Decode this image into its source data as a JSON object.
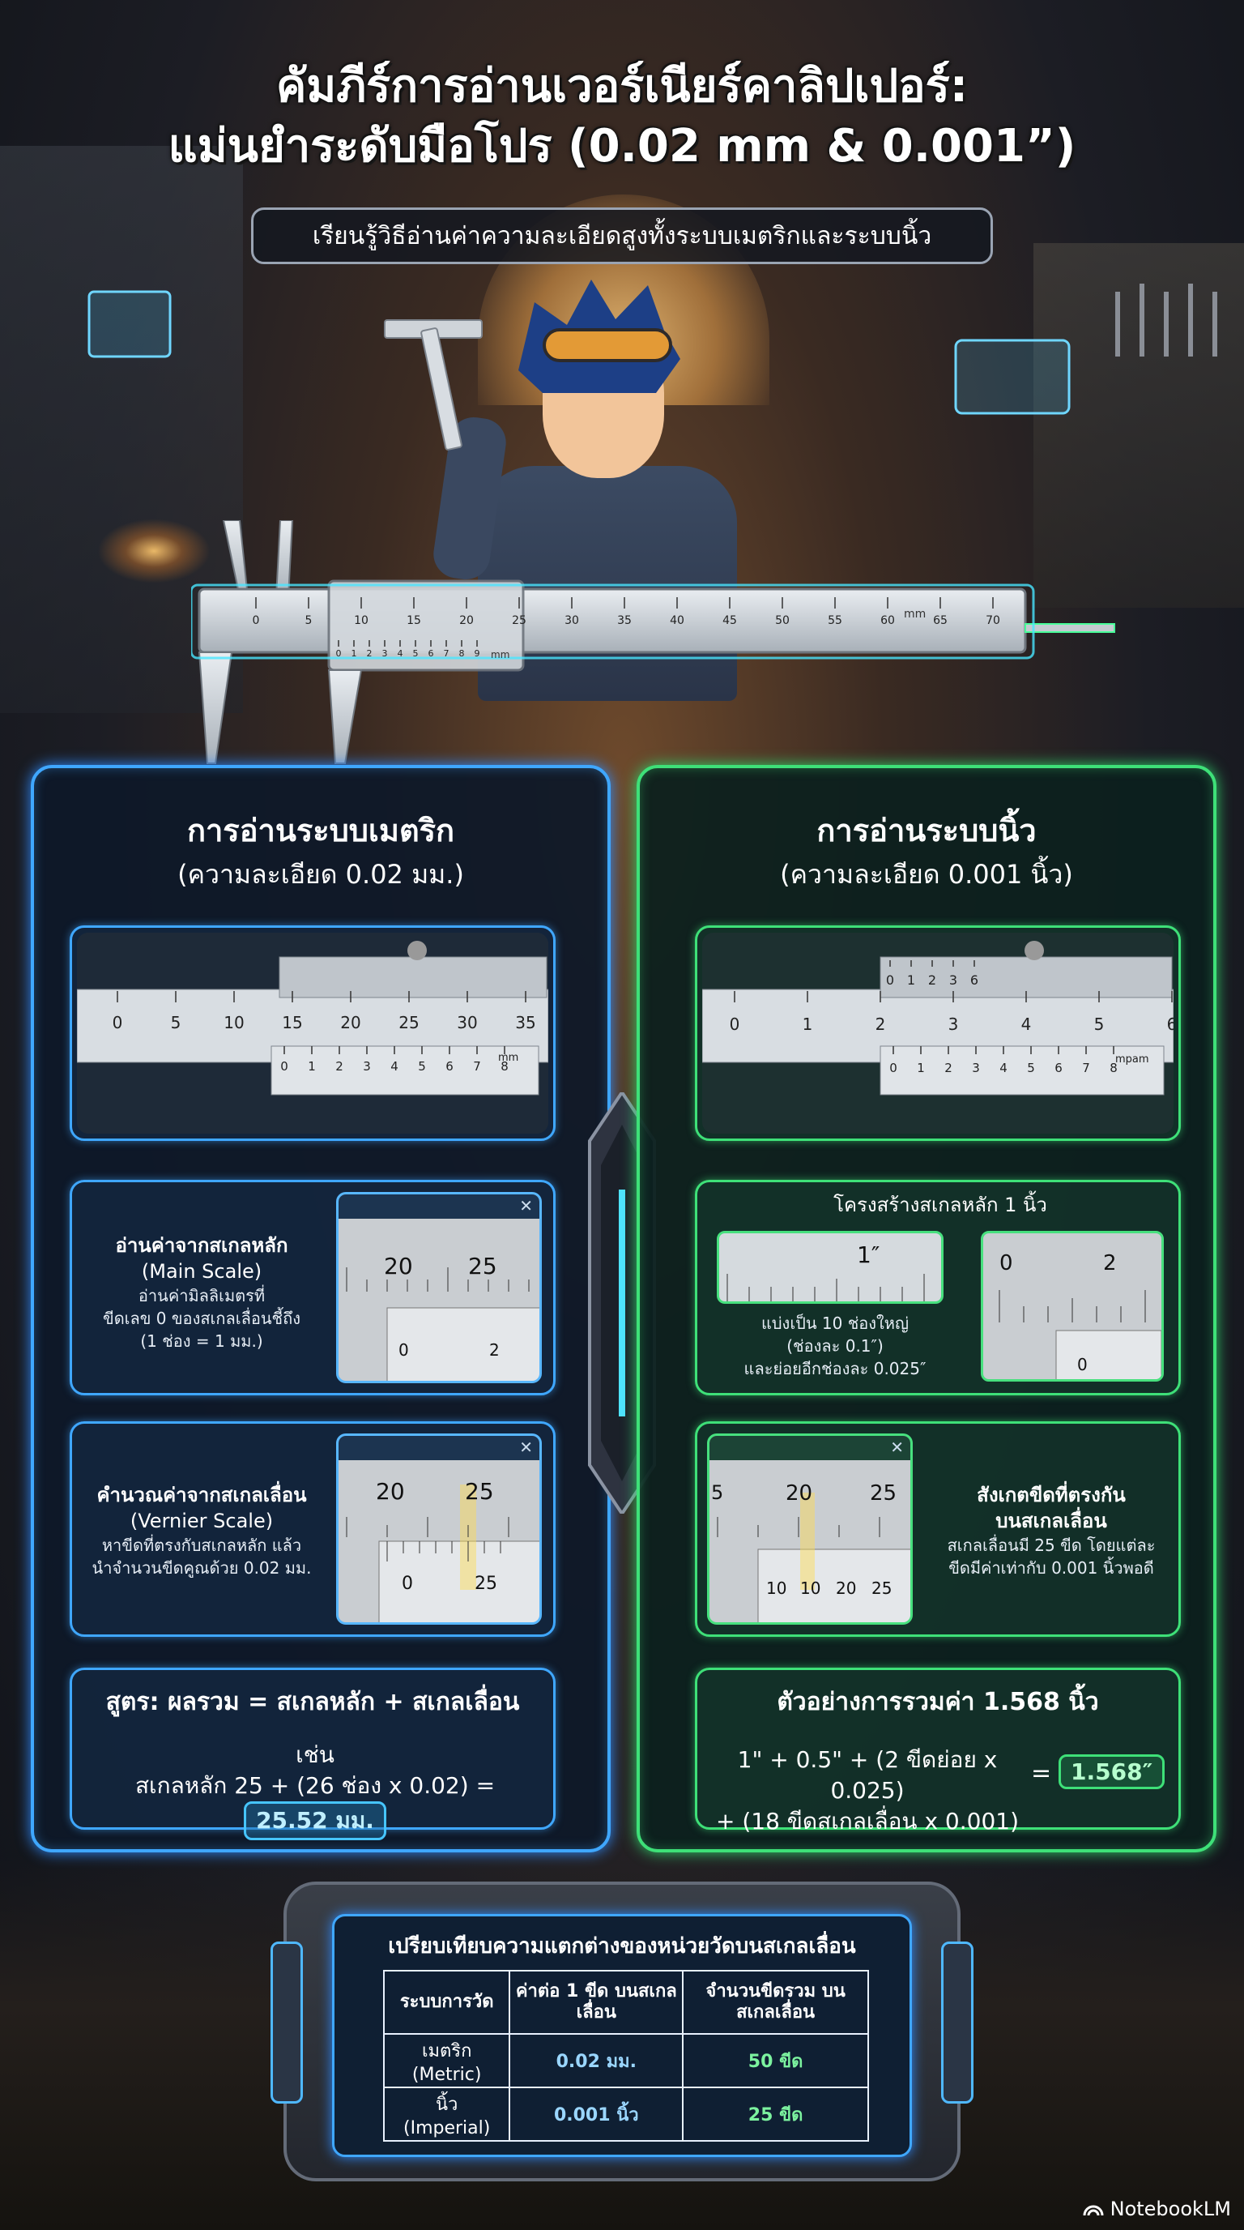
{
  "header": {
    "title_line1": "คัมภีร์การอ่านเวอร์เนียร์คาลิปเปอร์:",
    "title_line2": "แม่นยำระดับมือโปร (0.02 mm & 0.001”)",
    "subtitle": "เรียนรู้วิธีอ่านค่าความละเอียดสูงทั้งระบบเมตริกและระบบนิ้ว"
  },
  "big_caliper": {
    "main_ticks": [
      "0",
      "5",
      "10",
      "15",
      "20",
      "25",
      "30",
      "35",
      "40",
      "45",
      "50",
      "55",
      "60",
      "65",
      "70"
    ],
    "main_unit": "mm",
    "vernier_ticks": [
      "0",
      "1",
      "2",
      "3",
      "4",
      "5",
      "6",
      "7",
      "8",
      "9"
    ],
    "vernier_unit": "mm"
  },
  "metric": {
    "heading_line1": "การอ่านระบบเมตริก",
    "heading_line2": "(ความละเอียด 0.02 มม.)",
    "caliper_main_ticks": [
      "0",
      "5",
      "10",
      "15",
      "20",
      "25",
      "30",
      "35"
    ],
    "caliper_vernier_ticks": [
      "0",
      "1",
      "2",
      "3",
      "4",
      "5",
      "6",
      "7",
      "8"
    ],
    "caliper_vernier_unit": "mm",
    "step1": {
      "title_line1": "อ่านค่าจากสเกลหลัก",
      "title_line2": "(Main Scale)",
      "body_line1": "อ่านค่ามิลลิเมตรที่",
      "body_line2": "ขีดเลข 0 ของสเกลเลื่อนชี้ถึง",
      "body_line3": "(1 ช่อง = 1 มม.)",
      "zoom_main": [
        "20",
        "25"
      ],
      "zoom_vernier": [
        "0",
        "2"
      ]
    },
    "step2": {
      "title_line1": "คำนวณค่าจากสเกลเลื่อน",
      "title_line2": "(Vernier Scale)",
      "body_line1": "หาขีดที่ตรงกับสเกลหลัก แล้ว",
      "body_line2": "นำจำนวนขีดคูณด้วย 0.02 มม.",
      "zoom_main": [
        "20",
        "25"
      ],
      "zoom_vernier": [
        "0",
        "25"
      ]
    },
    "formula": {
      "heading": "สูตร: ผลรวม = สเกลหลัก + สเกลเลื่อน",
      "example_label": "เช่น",
      "example_expr": "สเกลหลัก 25 + (26 ช่อง x 0.02) =",
      "result": "25.52 มม."
    }
  },
  "imperial": {
    "heading_line1": "การอ่านระบบนิ้ว",
    "heading_line2": "(ความละเอียด 0.001 นิ้ว)",
    "caliper_top_ticks": [
      "0",
      "1",
      "2",
      "3",
      "6"
    ],
    "caliper_main_ticks": [
      "0",
      "1",
      "2",
      "3",
      "4",
      "5",
      "6"
    ],
    "caliper_vernier_ticks": [
      "0",
      "1",
      "2",
      "3",
      "4",
      "5",
      "6",
      "7",
      "8"
    ],
    "caliper_vernier_unit": "mpam",
    "step1": {
      "title": "โครงสร้างสเกลหลัก 1 นิ้ว",
      "inch_label": "1″",
      "body_line1": "แบ่งเป็น 10 ช่องใหญ่",
      "body_line2": "(ช่องละ 0.1″)",
      "body_line3": "และย่อยอีกช่องละ 0.025″",
      "zoom_main": [
        "0",
        "2"
      ],
      "zoom_vernier": [
        "0"
      ]
    },
    "step2": {
      "title_line1": "สังเกตขีดที่ตรงกัน",
      "title_line2": "บนสเกลเลื่อน",
      "body_line1": "สเกลเลื่อนมี 25 ขีด โดยแต่ละ",
      "body_line2": "ขีดมีค่าเท่ากับ 0.001 นิ้วพอดี",
      "zoom_main": [
        "5",
        "20",
        "25"
      ],
      "zoom_vernier": [
        "10",
        "10",
        "20",
        "25"
      ]
    },
    "formula": {
      "heading": "ตัวอย่างการรวมค่า 1.568 นิ้ว",
      "line1": "1\" + 0.5\" + (2 ขีดย่อย x 0.025)",
      "line2": "+ (18 ขีดสเกลเลื่อน x 0.001)",
      "equals": "=",
      "result": "1.568″"
    }
  },
  "comparison": {
    "title": "เปรียบเทียบความแตกต่างของหน่วยวัดบนสเกลเลื่อน",
    "headers": [
      "ระบบการวัด",
      "ค่าต่อ 1 ขีด บนสเกลเลื่อน",
      "จำนวนขีดรวม บนสเกลเลื่อน"
    ],
    "rows": [
      [
        "เมตริก (Metric)",
        "0.02 มม.",
        "50 ขีด"
      ],
      [
        "นิ้ว (Imperial)",
        "0.001 นิ้ว",
        "25 ขีด"
      ]
    ]
  },
  "branding": {
    "label": "NotebookLM"
  },
  "colors": {
    "metric_accent": "#3fa7ff",
    "imperial_accent": "#3ee078"
  }
}
